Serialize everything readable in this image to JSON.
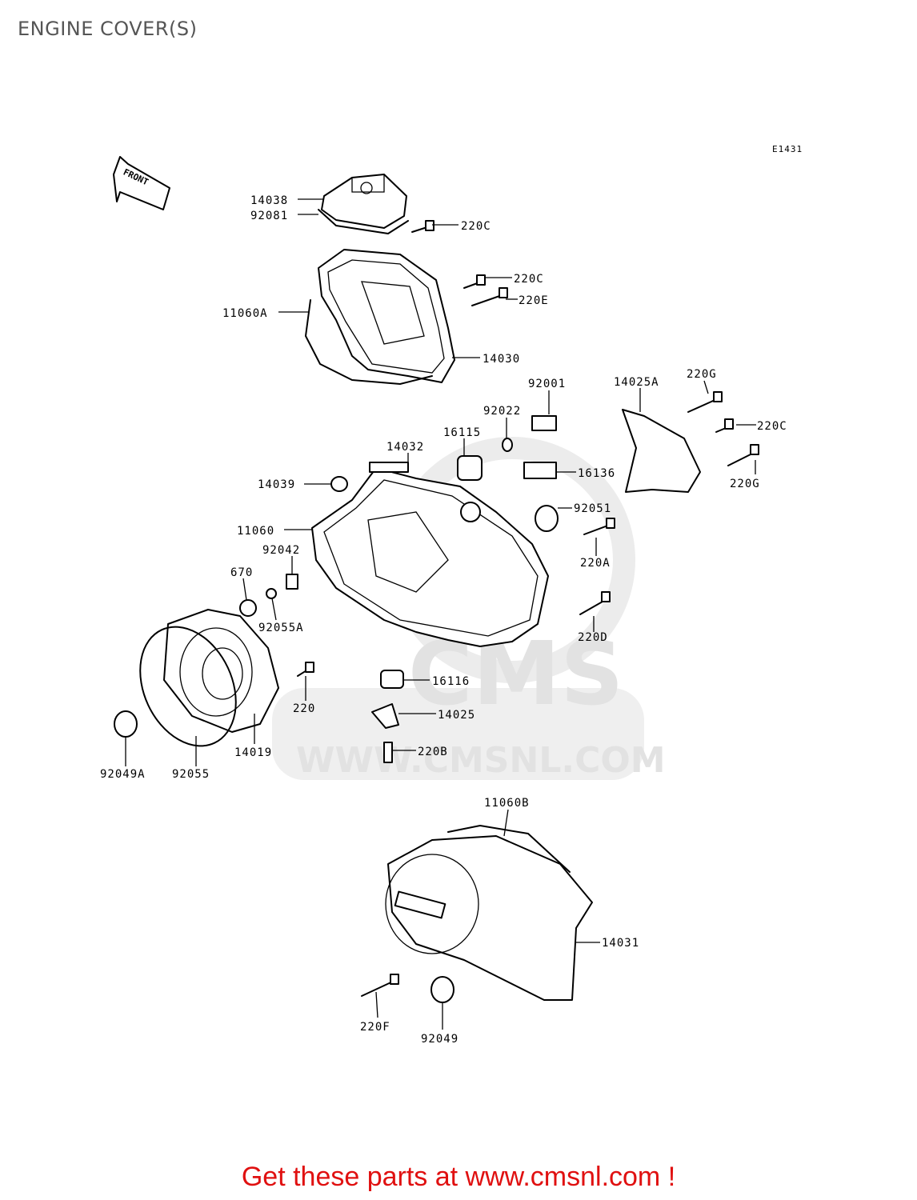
{
  "page_title": "ENGINE COVER(S)",
  "diagram_code": "E1431",
  "front_arrow_label": "FRONT",
  "watermark": {
    "logo_text": "CMS",
    "url_text": "WWW.CMSNL.COM"
  },
  "footer_cta": "Get these parts at www.cmsnl.com !",
  "parts": [
    {
      "id": "p-14038",
      "label": "14038"
    },
    {
      "id": "p-92081",
      "label": "92081"
    },
    {
      "id": "p-220c-top",
      "label": "220C"
    },
    {
      "id": "p-220c-mid",
      "label": "220C"
    },
    {
      "id": "p-220e",
      "label": "220E"
    },
    {
      "id": "p-11060a",
      "label": "11060A"
    },
    {
      "id": "p-14030",
      "label": "14030"
    },
    {
      "id": "p-92001",
      "label": "92001"
    },
    {
      "id": "p-14025a",
      "label": "14025A"
    },
    {
      "id": "p-220g-top",
      "label": "220G"
    },
    {
      "id": "p-220c-right",
      "label": "220C"
    },
    {
      "id": "p-220g-bottom",
      "label": "220G"
    },
    {
      "id": "p-92022",
      "label": "92022"
    },
    {
      "id": "p-16115",
      "label": "16115"
    },
    {
      "id": "p-14032",
      "label": "14032"
    },
    {
      "id": "p-16136",
      "label": "16136"
    },
    {
      "id": "p-14039",
      "label": "14039"
    },
    {
      "id": "p-92051",
      "label": "92051"
    },
    {
      "id": "p-11060",
      "label": "11060"
    },
    {
      "id": "p-220a",
      "label": "220A"
    },
    {
      "id": "p-92042",
      "label": "92042"
    },
    {
      "id": "p-670",
      "label": "670"
    },
    {
      "id": "p-92055a",
      "label": "92055A"
    },
    {
      "id": "p-220d",
      "label": "220D"
    },
    {
      "id": "p-16116",
      "label": "16116"
    },
    {
      "id": "p-220",
      "label": "220"
    },
    {
      "id": "p-14025",
      "label": "14025"
    },
    {
      "id": "p-220b",
      "label": "220B"
    },
    {
      "id": "p-14019",
      "label": "14019"
    },
    {
      "id": "p-92049a",
      "label": "92049A"
    },
    {
      "id": "p-92055",
      "label": "92055"
    },
    {
      "id": "p-11060b",
      "label": "11060B"
    },
    {
      "id": "p-14031",
      "label": "14031"
    },
    {
      "id": "p-220f",
      "label": "220F"
    },
    {
      "id": "p-92049",
      "label": "92049"
    }
  ]
}
